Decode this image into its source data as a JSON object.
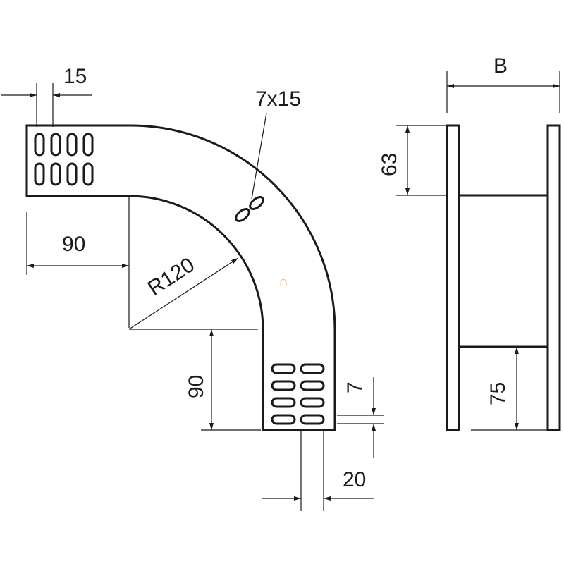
{
  "labels": {
    "hole_width": "15",
    "hole_size": "7x15",
    "horizontal_length": "90",
    "radius": "R120",
    "vertical_length": "90",
    "slot_spacing": "7",
    "slot_offset": "20",
    "width": "B",
    "side_height": "63",
    "inner_height": "75",
    "mark": "∩"
  },
  "colors": {
    "ink": "#1a1a1a",
    "mark": "#f4b183"
  }
}
